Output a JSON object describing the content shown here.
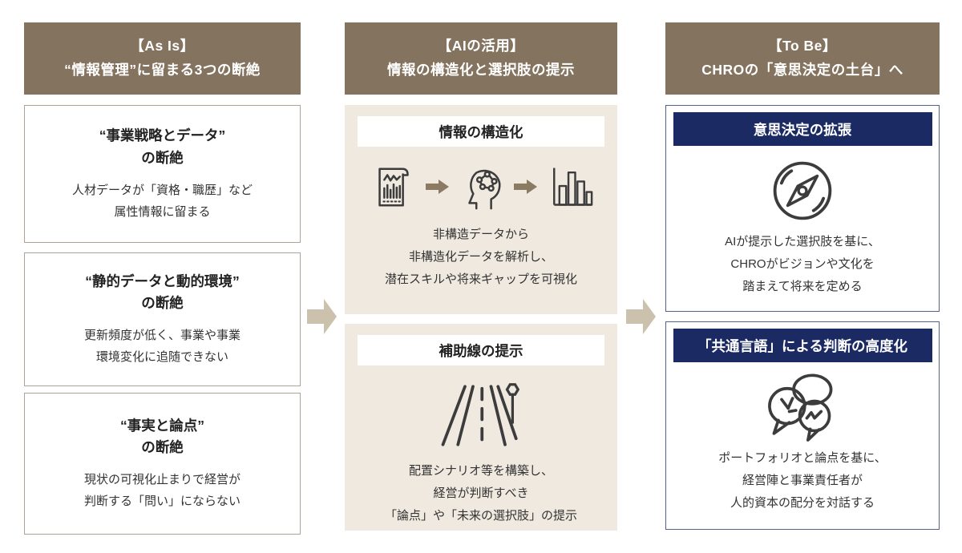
{
  "as_is": {
    "header_line1": "【As Is】",
    "header_line2": "“情報管理”に留まる3つの断絶",
    "boxes": [
      {
        "title": "“事業戦略とデータ”\nの断絶",
        "body": "人材データが「資格・職歴」など\n属性情報に留まる"
      },
      {
        "title": "“静的データと動的環境”\nの断絶",
        "body": "更新頻度が低く、事業や事業\n環境変化に追随できない"
      },
      {
        "title": "“事実と論点”\nの断絶",
        "body": "現状の可視化止まりで経営が\n判断する「問い」にならない"
      }
    ]
  },
  "ai": {
    "header_line1": "【AIの活用】",
    "header_line2": "情報の構造化と選択肢の提示",
    "sections": [
      {
        "title": "情報の構造化",
        "body": "非構造データから\n非構造化データを解析し、\n潜在スキルや将来ギャップを可視化",
        "icons": [
          "unstructured-data-document-icon",
          "arrow-right-icon",
          "ai-head-network-icon",
          "arrow-right-icon",
          "bar-chart-icon"
        ]
      },
      {
        "title": "補助線の提示",
        "body": "配置シナリオ等を構築し、\n経営が判断すべき\n「論点」や「未来の選択肢」の提示",
        "icons": [
          "road-guideline-icon"
        ]
      }
    ]
  },
  "to_be": {
    "header_line1": "【To Be】",
    "header_line2": "CHROの「意思決定の土台」へ",
    "boxes": [
      {
        "title": "意思決定の拡張",
        "body": "AIが提示した選択肢を基に、\nCHROがビジョンや文化を\n踏まえて将来を定める",
        "icon": "compass-icon"
      },
      {
        "title": "「共通言語」による判断の高度化",
        "body": "ポートフォリオと論点を基に、\n経営陣と事業責任者が\n人的資本の配分を対話する",
        "icon": "speech-bubbles-icon"
      }
    ]
  },
  "colors": {
    "header_bg": "#84735F",
    "panel_beige": "#EFE9E0",
    "big_arrow": "#CBC1AC",
    "small_arrow": "#8C7B63",
    "navy": "#1B2A63",
    "navy_border": "#55618C",
    "gray_border": "#ACA498",
    "icon_stroke": "#3C3C3C",
    "text": "#333333"
  }
}
